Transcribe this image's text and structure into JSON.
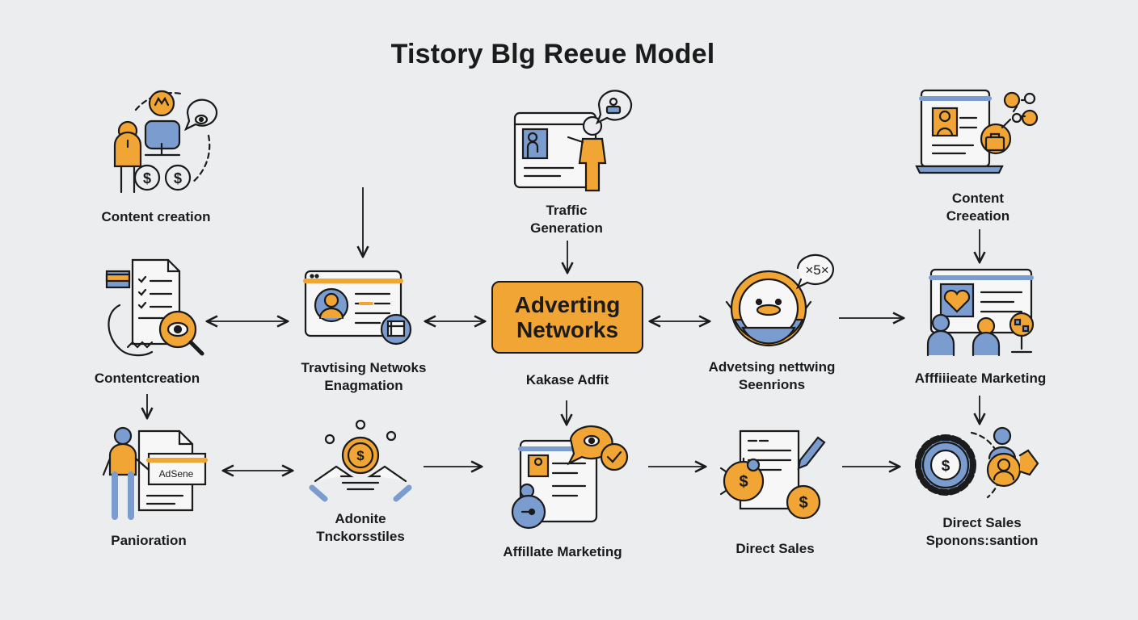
{
  "diagram": {
    "title": "Tistory Blg Reeue Model",
    "center": {
      "line1": "Adverting",
      "line2": "Networks"
    },
    "labels": {
      "content_creation_top": "Content creation",
      "traffic_generation": [
        "Traffic",
        "Generation"
      ],
      "content_creation_right": [
        "Content",
        "Creeation"
      ],
      "content_creation_mid": "Contentcreation",
      "travtising": [
        "Travtising Netwoks",
        "Enagmation"
      ],
      "kakase": "Kakase Adfit",
      "advetsing": [
        "Advetsing nettwing",
        "Seenrions"
      ],
      "affiliate_right": "Afffiiieate Marketing",
      "panioration": "Panioration",
      "adonite": [
        "Adonite",
        "Tnckorsstiles"
      ],
      "affiliate_bottom": "Affillate Marketing",
      "direct_sales": "Direct Sales",
      "direct_sponsor": [
        "Direct Sales",
        "Sponons:santion"
      ]
    },
    "icon_texts": {
      "adsense": "AdSene",
      "multiplier": "×5×",
      "dollar": "$"
    }
  },
  "colors": {
    "background": "#ebedee",
    "accent": "#f0a535",
    "blue": "#7b9ccf",
    "ink": "#1b1b1b"
  }
}
